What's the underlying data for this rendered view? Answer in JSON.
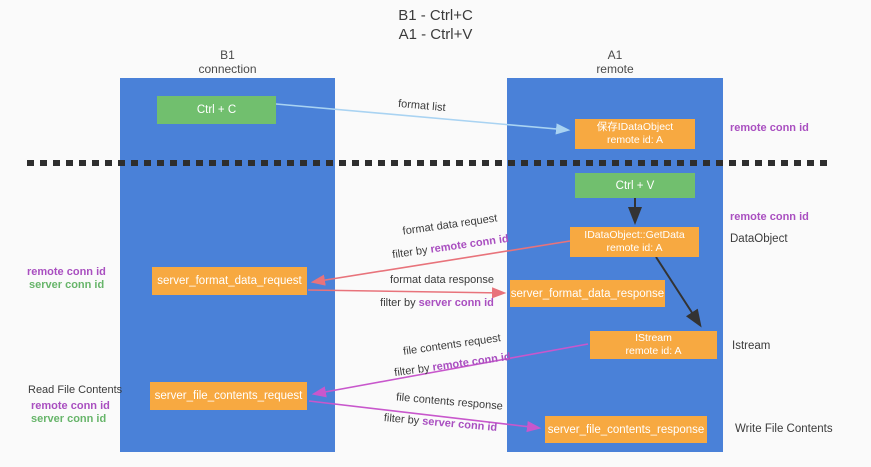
{
  "title": {
    "line1": "B1 - Ctrl+C",
    "line2": "A1 - Ctrl+V"
  },
  "columns": {
    "left": {
      "name": "B1",
      "role": "connection"
    },
    "right": {
      "name": "A1",
      "role": "remote"
    }
  },
  "nodes": {
    "ctrl_c": {
      "label": "Ctrl + C"
    },
    "save_dataobject": {
      "line1": "保存IDataObject",
      "line2": "remote id: A"
    },
    "ctrl_v": {
      "label": "Ctrl + V"
    },
    "getdata": {
      "line1": "IDataObject::GetData",
      "line2": "remote id: A"
    },
    "format_request": {
      "label": "server_format_data_request"
    },
    "format_response": {
      "label": "server_format_data_response"
    },
    "istream": {
      "line1": "IStream",
      "line2": "remote id: A"
    },
    "file_request": {
      "label": "server_file_contents_request"
    },
    "file_response": {
      "label": "server_file_contents_response"
    }
  },
  "edge_labels": {
    "format_list": "format list",
    "format_data_request": {
      "line1": "format data request",
      "prefix": "filter by ",
      "highlight": "remote conn id"
    },
    "format_data_response": {
      "line1": "format data response",
      "prefix": "filter by ",
      "highlight": "server conn id"
    },
    "file_contents_request": {
      "line1": "file contents request",
      "prefix": "filter by ",
      "highlight": "remote conn id"
    },
    "file_contents_response": {
      "line1": "file contents response",
      "prefix": "filter by ",
      "highlight": "server conn id"
    }
  },
  "side_labels": {
    "right_remote_conn_id_top": "remote conn id",
    "right_remote_conn_id_mid": "remote conn id",
    "right_dataobject": "DataObject",
    "right_istream": "Istream",
    "right_write_file": "Write File Contents",
    "left_remote_conn_id_top": "remote conn id",
    "left_server_conn_id_top": "server conn id",
    "left_read_file": "Read File Contents",
    "left_remote_conn_id_bottom": "remote conn id",
    "left_server_conn_id_bottom": "server conn id"
  },
  "colors": {
    "column_blue": "#4a81d8",
    "box_green": "#71bf6e",
    "box_orange": "#f7a941",
    "arrow_lightblue": "#a9d3f2",
    "arrow_salmon": "#e8737b",
    "arrow_magenta": "#c857cc",
    "arrow_black": "#333333",
    "dashed_line": "#2e2e2e",
    "label_purple": "#a94fc0",
    "label_green": "#67b56a",
    "text_dark": "#3b3b3b",
    "background": "#fafafa"
  }
}
